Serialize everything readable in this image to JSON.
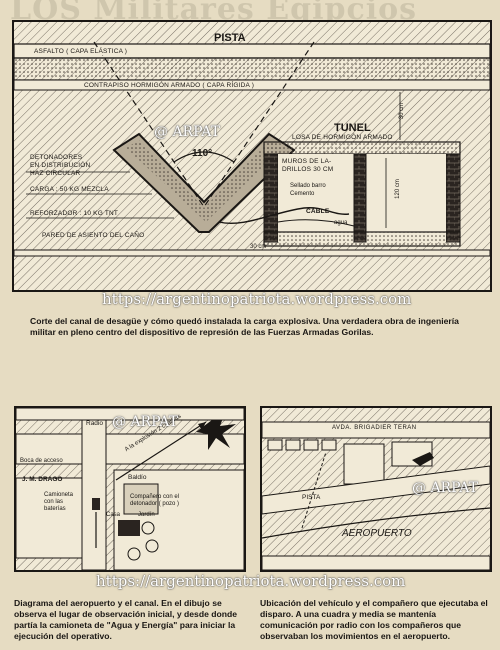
{
  "headline_fragment": "LOS Militares Egipcios",
  "watermarks": {
    "url": "https://argentinopatriota.wordpress.com",
    "tag": "@ ARPAT"
  },
  "figure1": {
    "pista": "PISTA",
    "asfalto": "ASFALTO ( capa elástica )",
    "contrapiso": "CONTRAPISO HORMIGÓN ARMADO ( capa rígida )",
    "tunel": "TUNEL",
    "losa": "LOSA DE HORMIGÓN ARMADO",
    "angle": "110°",
    "detonadores_1": "DETONADORES",
    "detonadores_2": "EN DISTRIBUCIÓN",
    "detonadores_3": "HAZ CIRCULAR",
    "carga": "CARGA : 50 KG MEZCLA",
    "refuerzo": "REFORZADOR : 10 KG TNT",
    "pared": "PARED DE ASIENTO DEL CAÑO",
    "muros_1": "MUROS DE LA-",
    "muros_2": "DRILLOS 30 cm",
    "sellado_1": "Sellado barro",
    "sellado_2": "Cemento",
    "cable": "CABLE",
    "agua": "agua",
    "dim_120cm": "120 cm",
    "dim_side": "30 cm",
    "dim_small": "30 cm",
    "caption": "Corte del canal de desagüe y cómo quedó instalada la carga explosiva. Una verdadera obra de ingeniería militar en pleno centro del dispositivo de represión de las Fuerzas Armadas Gorilas."
  },
  "figure2": {
    "radio": "Radio",
    "boca": "Boca de acceso",
    "drago": "J. M. DRAGO",
    "camioneta_1": "Camioneta",
    "camioneta_2": "con las",
    "camioneta_3": "baterías",
    "casa": "Casa",
    "baldio": "Baldío",
    "companero_1": "Compañero con el",
    "companero_2": "detonador ( pozo )",
    "jardin": "Jardín",
    "arrow_text": "A la explosión 2 cuadras",
    "caption": "Diagrama del aeropuerto y el canal. En el dibujo se observa el lugar de observación inicial, y desde donde partía la camioneta de \"Agua y Energía\" para iniciar la ejecución del operativo."
  },
  "figure3": {
    "avenida": "AVDA. BRIGADIER TERAN",
    "pista": "PISTA",
    "aeropuerto": "AEROPUERTO",
    "caption": "Ubicación del vehículo y el compañero que ejecutaba el disparo. A una cuadra y media se mantenía comunicación por radio con los compañeros que observaban los movimientos en el aeropuerto."
  }
}
